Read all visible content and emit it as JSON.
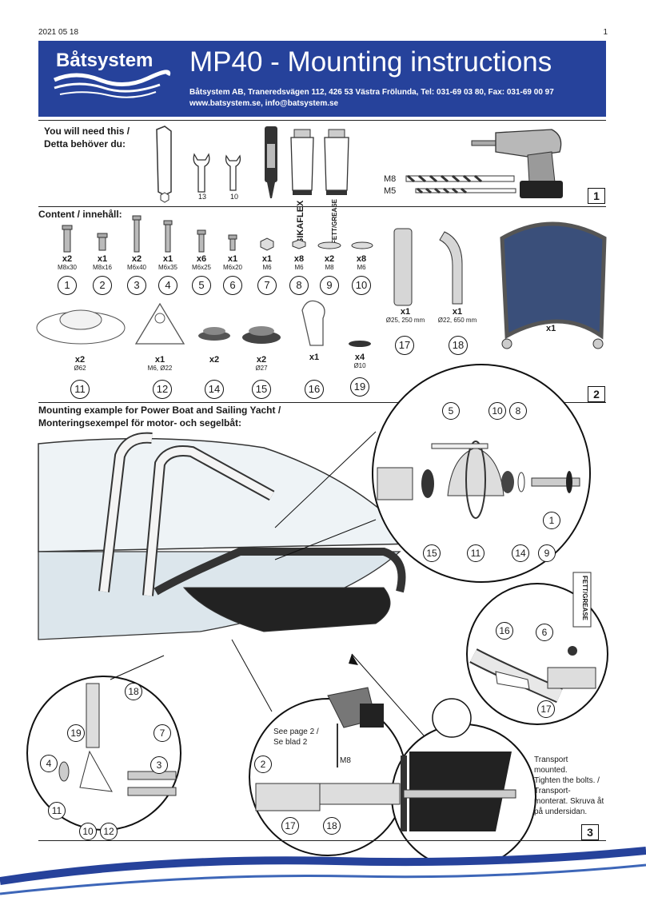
{
  "header": {
    "date": "2021 05 18",
    "page": "1",
    "logo": "Båtsystem",
    "title": "MP40 - Mounting instructions",
    "address": "Båtsystem AB, Traneredsvägen 112, 426 53 Västra Frölunda, Tel: 031-69 03 80, Fax: 031-69 00 97",
    "web": "www.batsystem.se, info@batsystem.se"
  },
  "tools": {
    "label_line1": "You will need this /",
    "label_line2": "Detta behöver du:",
    "wrench1": "13",
    "wrench2": "10",
    "sikaflex": "SIKAFLEX",
    "grease": "FETT/GREASE",
    "drill_m8": "M8",
    "drill_m5": "M5",
    "step": "1"
  },
  "content": {
    "label": "Content / innehåll:",
    "step": "2",
    "parts": [
      {
        "qty": "x2",
        "spec": "M8x30",
        "num": "1"
      },
      {
        "qty": "x1",
        "spec": "M8x16",
        "num": "2"
      },
      {
        "qty": "x2",
        "spec": "M6x40",
        "num": "3"
      },
      {
        "qty": "x1",
        "spec": "M6x35",
        "num": "4"
      },
      {
        "qty": "x6",
        "spec": "M6x25",
        "num": "5"
      },
      {
        "qty": "x1",
        "spec": "M6x20",
        "num": "6"
      },
      {
        "qty": "x1",
        "spec": "M6",
        "num": "7"
      },
      {
        "qty": "x8",
        "spec": "M6",
        "num": "8"
      },
      {
        "qty": "x2",
        "spec": "M8",
        "num": "9"
      },
      {
        "qty": "x8",
        "spec": "M6",
        "num": "10"
      }
    ],
    "tube17": {
      "qty": "x1",
      "spec": "Ø25, 250 mm",
      "num": "17"
    },
    "tube18": {
      "qty": "x1",
      "spec": "Ø22, 650 mm",
      "num": "18"
    },
    "platform": {
      "qty": "x1"
    },
    "row2": [
      {
        "qty": "x2",
        "spec": "Ø62",
        "num": "11"
      },
      {
        "qty": "x1",
        "spec": "M6, Ø22",
        "num": "12"
      },
      {
        "qty": "x2",
        "spec": "",
        "num": "14"
      },
      {
        "qty": "x2",
        "spec": "Ø27",
        "num": "15"
      },
      {
        "qty": "x1",
        "spec": "",
        "num": "16"
      },
      {
        "qty": "x4",
        "spec": "Ø10",
        "num": "19"
      }
    ]
  },
  "mounting": {
    "title_line1": "Mounting example for Power Boat and Sailing Yacht /",
    "title_line2": "Monteringsexempel för motor- och segelbåt:",
    "step": "3",
    "see_page_line1": "See page 2  /",
    "see_page_line2": "Se blad 2",
    "drill_label": "M8",
    "grease_label": "FETT/GREASE",
    "transport_lines": [
      "Transport",
      "mounted.",
      "Tighten the bolts. /",
      "Transport-",
      "monterat. Skruva åt",
      "på undersidan."
    ],
    "callouts": {
      "c5": "5",
      "c10": "10",
      "c8": "8",
      "c1": "1",
      "c15": "15",
      "c11": "11",
      "c14": "14",
      "c9": "9",
      "c16": "16",
      "c6": "6",
      "c17": "17",
      "d18": "18",
      "d19": "19",
      "d7": "7",
      "d4": "4",
      "d3": "3",
      "d11": "11",
      "d10": "10",
      "d12": "12",
      "e2": "2",
      "e17": "17",
      "e18": "18"
    }
  },
  "colors": {
    "brand_blue": "#26429b",
    "accent": "#3d66b8"
  }
}
